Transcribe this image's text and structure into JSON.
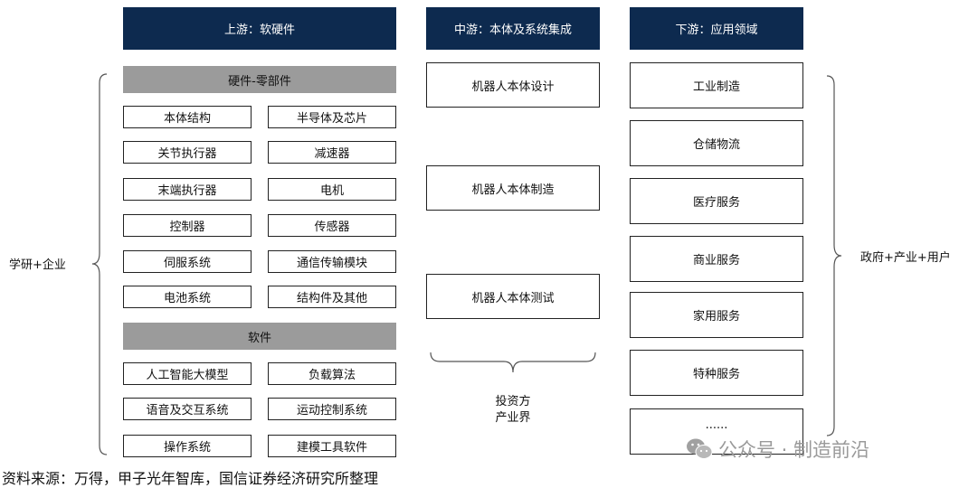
{
  "headers": {
    "upstream": "上游：软硬件",
    "midstream": "中游：本体及系统集成",
    "downstream": "下游：应用领域"
  },
  "upstream": {
    "hardware_title": "硬件-零部件",
    "hardware_items": [
      "本体结构",
      "半导体及芯片",
      "关节执行器",
      "减速器",
      "末端执行器",
      "电机",
      "控制器",
      "传感器",
      "伺服系统",
      "通信传输模块",
      "电池系统",
      "结构件及其他"
    ],
    "software_title": "软件",
    "software_items": [
      "人工智能大模型",
      "负载算法",
      "语音及交互系统",
      "运动控制系统",
      "操作系统",
      "建模工具软件"
    ]
  },
  "midstream": {
    "items": [
      "机器人本体设计",
      "机器人本体制造",
      "机器人本体测试"
    ],
    "brace_label_line1": "投资方",
    "brace_label_line2": "产业界"
  },
  "downstream": {
    "items": [
      "工业制造",
      "仓储物流",
      "医疗服务",
      "商业服务",
      "家用服务",
      "特种服务",
      "......"
    ]
  },
  "side_labels": {
    "left": "学研+企业",
    "right": "政府+产业+用户"
  },
  "source": "资料来源：万得，甲子光年智库，国信证券经济研究所整理",
  "watermark": "公众号 · 制造前沿",
  "colors": {
    "header_bg": "#0d2a4f",
    "category_bg": "#9b9b9b",
    "box_border": "#222222"
  },
  "icons": {
    "left_brace": "brace-left-icon",
    "right_brace": "brace-right-icon",
    "bottom_brace": "brace-bottom-icon",
    "wechat": "wechat-icon"
  }
}
